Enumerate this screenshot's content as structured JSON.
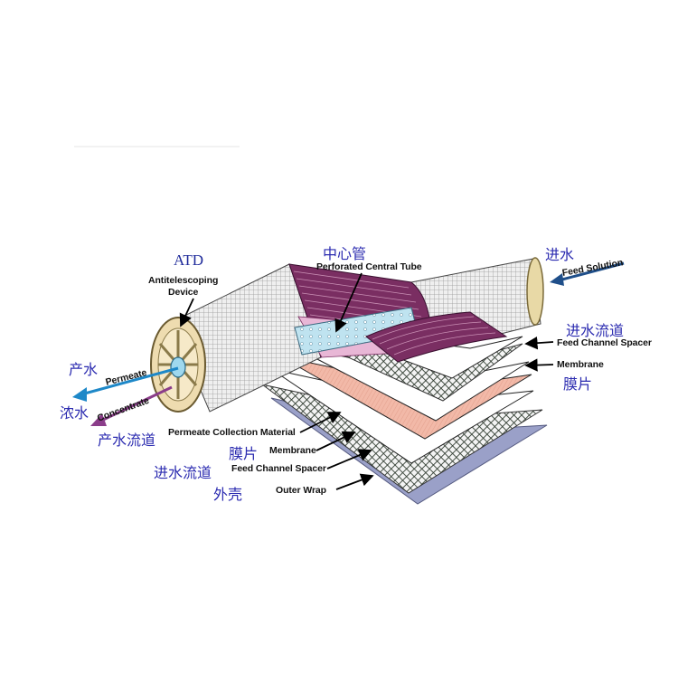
{
  "labels_en": {
    "atd": "ATD",
    "antitelescoping": "Antitelescoping",
    "device": "Device",
    "perforated_tube": "Perforated Central Tube",
    "feed_solution": "Feed Solution",
    "feed_channel_spacer_right": "Feed Channel Spacer",
    "membrane_right": "Membrane",
    "permeate": "Permeate",
    "concentrate": "Concentrate",
    "permeate_collection": "Permeate Collection Material",
    "membrane_left": "Membrane",
    "feed_channel_spacer_left": "Feed Channel Spacer",
    "outer_wrap": "Outer Wrap"
  },
  "labels_cn": {
    "center_tube": "中心管",
    "feed_water": "进水",
    "feed_channel_right": "进水流道",
    "membrane_right": "膜片",
    "permeate": "产水",
    "concentrate": "浓水",
    "permeate_channel": "产水流道",
    "membrane_left": "膜片",
    "feed_channel_left": "进水流道",
    "outer_shell": "外壳"
  },
  "colors": {
    "mesh": "#D6D6D6",
    "membrane_wrap": "#7A2E62",
    "membrane_sheet": "#F2B9A8",
    "permeate_arrow": "#1E88C8",
    "concentrate_arrow": "#8B3D8A",
    "feed_arrow": "#1F4F8A",
    "outer_wrap": "#9AA0C8",
    "cn_text": "#2B2BB0"
  }
}
